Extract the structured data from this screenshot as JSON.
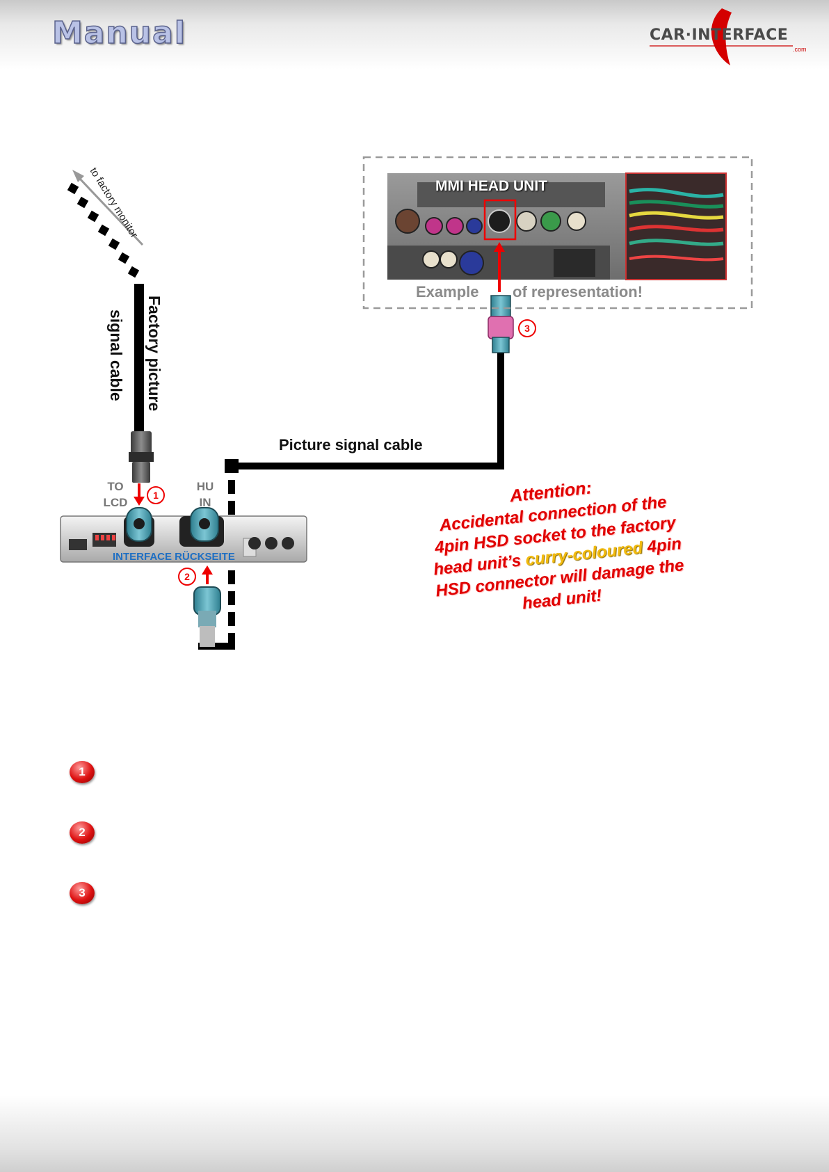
{
  "header": {
    "title": "Manual",
    "logo_text": "CAR·INTERFACE",
    "logo_suffix": ".com"
  },
  "diagram": {
    "to_factory_monitor": "to factory monitor",
    "factory_cable_label_line1": "Factory picture",
    "factory_cable_label_line2": "signal cable",
    "port_to_lcd_line1": "TO",
    "port_to_lcd_line2": "LCD",
    "port_hu_in_line1": "HU",
    "port_hu_in_line2": "IN",
    "interface_caption": "INTERFACE  RÜCKSEITE",
    "picture_signal_cable": "Picture signal cable",
    "head_unit_title": "MMI HEAD UNIT",
    "example_left": "Example",
    "example_right": "of representation!",
    "step_badges": [
      "1",
      "2",
      "3"
    ]
  },
  "attention": {
    "title": "Attention:",
    "line1": "Accidental connection of the",
    "line2": "4pin HSD socket to the factory",
    "line3_pre": "head unit’s ",
    "line3_curry": "curry-coloured",
    "line3_post": " 4pin",
    "line4": "HSD connector will damage the",
    "line5": "head unit!"
  },
  "steps": [
    {
      "number": "1"
    },
    {
      "number": "2"
    },
    {
      "number": "3"
    }
  ],
  "colors": {
    "accent_red": "#e00000",
    "interface_blue": "#1f6fc3",
    "curry": "#f2bb10",
    "connector_teal": "#4a9fb0",
    "connector_pink": "#e070b0"
  }
}
